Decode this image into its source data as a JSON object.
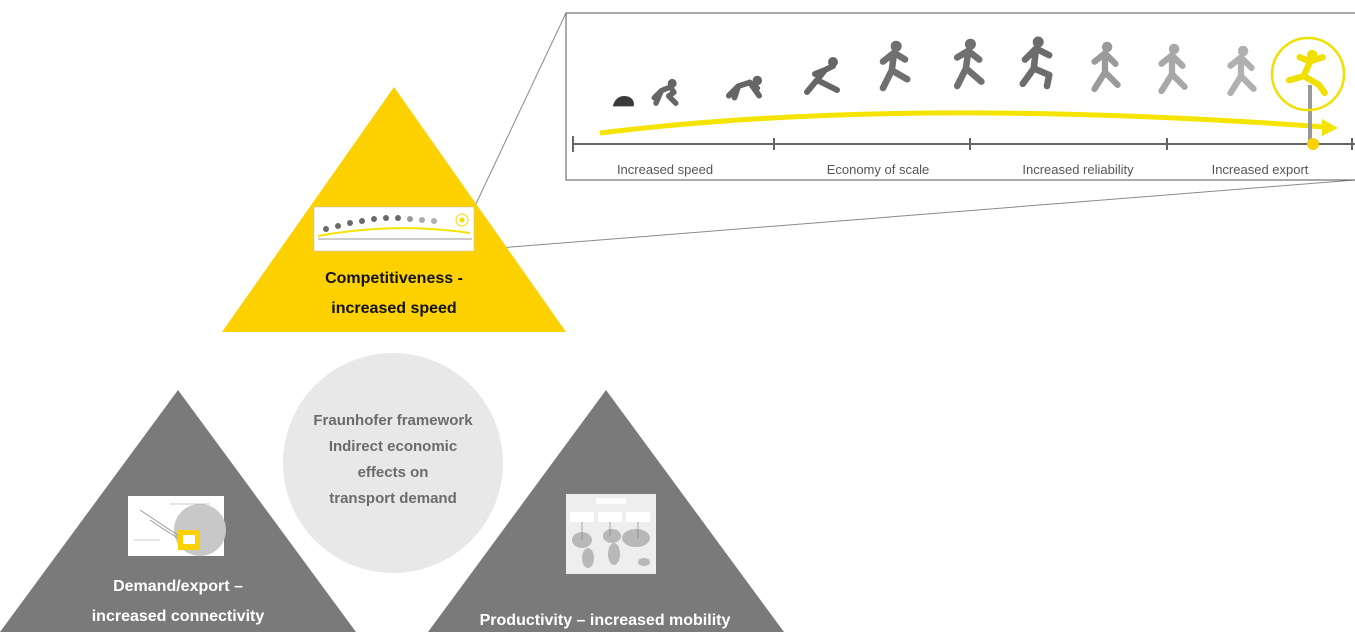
{
  "colors": {
    "yellow": "#fdd000",
    "gray_triangle": "#7a7a7a",
    "circle": "#e8e8e8",
    "accent_line": "#f5e400",
    "axis": "#666666"
  },
  "top_triangle": {
    "line1": "Competitiveness -",
    "line2": "increased speed"
  },
  "center_circle": {
    "line1": "Fraunhofer framework",
    "line2": "Indirect economic",
    "line3": "effects on",
    "line4": "transport demand"
  },
  "left_triangle": {
    "line1": "Demand/export –",
    "line2": "increased connectivity"
  },
  "right_triangle": {
    "line1": "Productivity – increased mobility"
  },
  "zoom_panel": {
    "stages": [
      "Increased speed",
      "Economy of scale",
      "Increased reliability",
      "Increased export"
    ],
    "figures": [
      {
        "icon": "crouching-runner-icon",
        "shade": "#3a3a3a"
      },
      {
        "icon": "starting-block-runner-icon",
        "shade": "#666666"
      },
      {
        "icon": "rising-runner-icon",
        "shade": "#666666"
      },
      {
        "icon": "accelerating-runner-icon",
        "shade": "#666666"
      },
      {
        "icon": "sprinting-runner-icon",
        "shade": "#707070"
      },
      {
        "icon": "sprinting-runner-icon",
        "shade": "#707070"
      },
      {
        "icon": "sprinting-runner-icon",
        "shade": "#6c6c6c"
      },
      {
        "icon": "running-runner-icon",
        "shade": "#9a9a9a"
      },
      {
        "icon": "running-runner-icon",
        "shade": "#a8a8a8"
      },
      {
        "icon": "running-runner-icon",
        "shade": "#b0b0b0"
      },
      {
        "icon": "leaping-runner-icon",
        "shade": "#f0e000"
      }
    ]
  }
}
